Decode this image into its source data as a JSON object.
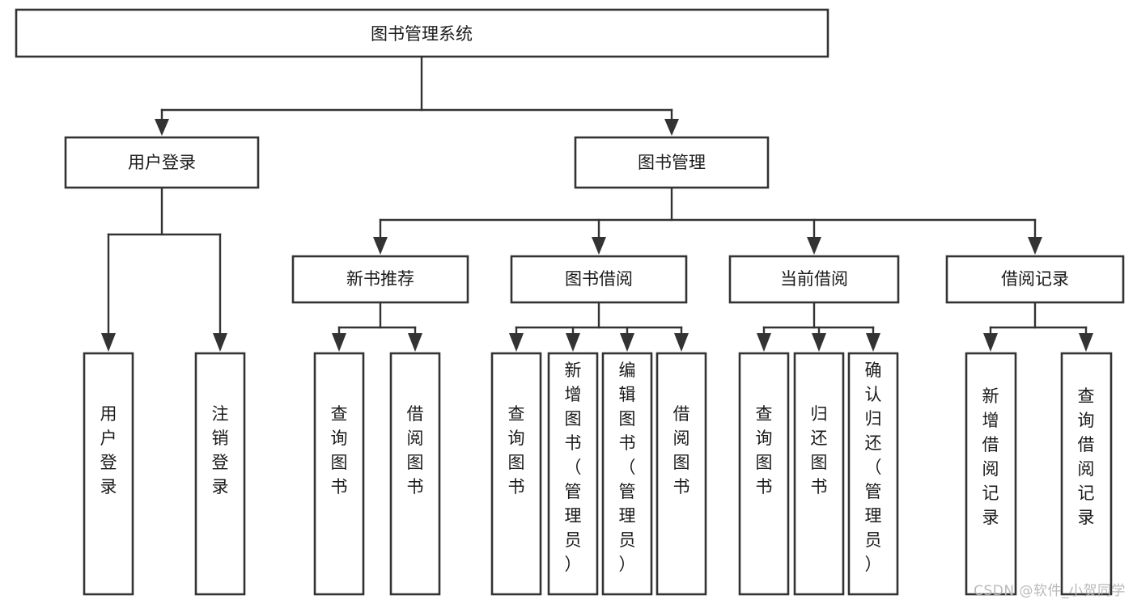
{
  "diagram": {
    "type": "hierarchy-tree",
    "title": "图书管理系统",
    "watermark": "CSDN @软件_小贺同学",
    "colors": {
      "box_stroke": "#333333",
      "box_fill": "#ffffff",
      "text": "#1a1a1a",
      "connector": "#333333",
      "watermark": "#b9b9b9",
      "background": "#ffffff"
    },
    "levels": {
      "level0": [
        {
          "id": "root",
          "label": "图书管理系统"
        }
      ],
      "level1": [
        {
          "id": "user-login",
          "label": "用户登录"
        },
        {
          "id": "book-manage",
          "label": "图书管理"
        }
      ],
      "level2": [
        {
          "id": "new-book-rec",
          "label": "新书推荐"
        },
        {
          "id": "book-borrow",
          "label": "图书借阅"
        },
        {
          "id": "current-borrow",
          "label": "当前借阅"
        },
        {
          "id": "borrow-record",
          "label": "借阅记录"
        }
      ],
      "level3": {
        "user-login": [
          {
            "id": "leaf-user-login",
            "label": "用户登录"
          },
          {
            "id": "leaf-logout",
            "label": "注销登录"
          }
        ],
        "new-book-rec": [
          {
            "id": "leaf-query-book-1",
            "label": "查询图书"
          },
          {
            "id": "leaf-borrow-book-1",
            "label": "借阅图书"
          }
        ],
        "book-borrow": [
          {
            "id": "leaf-query-book-2",
            "label": "查询图书"
          },
          {
            "id": "leaf-add-book",
            "label": "新增图书（管理员）"
          },
          {
            "id": "leaf-edit-book",
            "label": "编辑图书（管理员）"
          },
          {
            "id": "leaf-borrow-book-2",
            "label": "借阅图书"
          }
        ],
        "current-borrow": [
          {
            "id": "leaf-query-book-3",
            "label": "查询图书"
          },
          {
            "id": "leaf-return-book",
            "label": "归还图书"
          },
          {
            "id": "leaf-confirm-return",
            "label": "确认归还（管理员）"
          }
        ],
        "borrow-record": [
          {
            "id": "leaf-add-record",
            "label": "新增借阅记录"
          },
          {
            "id": "leaf-query-record",
            "label": "查询借阅记录"
          }
        ]
      }
    }
  }
}
